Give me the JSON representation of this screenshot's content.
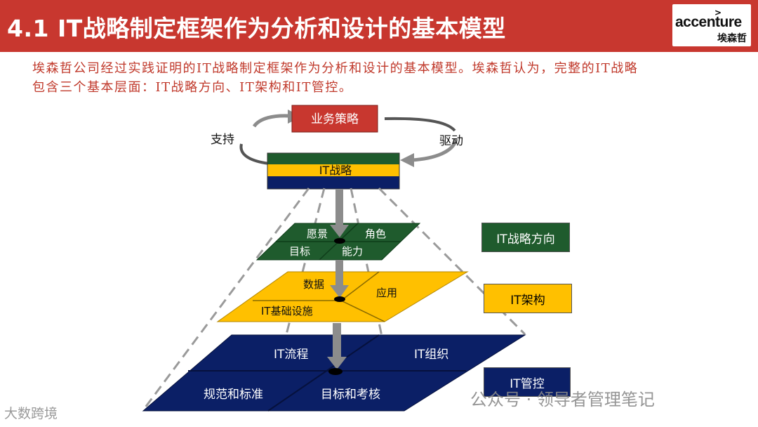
{
  "header": {
    "title": "4.1 IT战略制定框架作为分析和设计的基本模型",
    "logo_mark": ">",
    "logo_text": "accenture",
    "logo_sub": "埃森哲"
  },
  "intro": {
    "line1": "埃森哲公司经过实践证明的IT战略制定框架作为分析和设计的基本模型。埃森哲认为，完整的IT战略",
    "line2": "包含三个基本层面：IT战略方向、IT架构和IT管控。"
  },
  "diagram": {
    "business_strategy": "业务策略",
    "support": "支持",
    "drive": "驱动",
    "it_strategy": "IT战略",
    "layer1": {
      "vision": "愿景",
      "role": "角色",
      "goal": "目标",
      "capability": "能力"
    },
    "layer2": {
      "data": "数据",
      "application": "应用",
      "infrastructure": "IT基础设施"
    },
    "layer3": {
      "process": "IT流程",
      "organization": "IT组织",
      "standards": "规范和标准",
      "assessment": "目标和考核"
    },
    "colors": {
      "red": "#c8372f",
      "green": "#1f5b2d",
      "yellow": "#ffc000",
      "navy": "#0b1f66",
      "gray": "#8c8c8c"
    }
  },
  "legend": {
    "strategy_direction": "IT战略方向",
    "architecture": "IT架构",
    "governance": "IT管控"
  },
  "watermark": {
    "right": "公众号 · 领导者管理笔记",
    "left": "大数跨境"
  }
}
